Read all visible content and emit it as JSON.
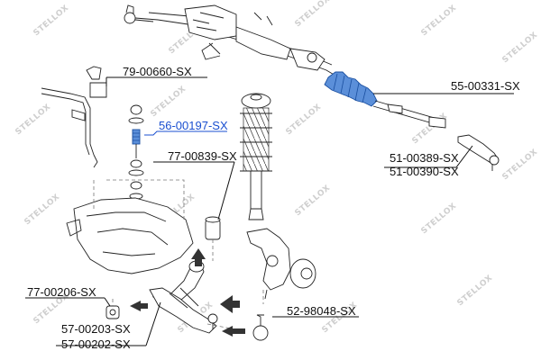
{
  "diagram": {
    "watermark": "STELLOX",
    "colors": {
      "highlight": "#5b8fd9",
      "highlight_text": "#1a4fd0",
      "line": "#222222",
      "watermark": "#cfcfcf"
    },
    "labels": {
      "stabilizer_bushing": "79-00660-SX",
      "stabilizer_link": "56-00197-SX",
      "strut_mount": "77-00839-SX",
      "arm_bushing_front": "77-00206-SX",
      "control_arm_1": "57-00203-SX",
      "control_arm_2": "57-00202-SX",
      "ball_joint": "52-98048-SX",
      "tie_rod": "55-00331-SX",
      "tie_rod_end_1": "51-00389-SX",
      "tie_rod_end_2": "51-00390-SX"
    }
  }
}
